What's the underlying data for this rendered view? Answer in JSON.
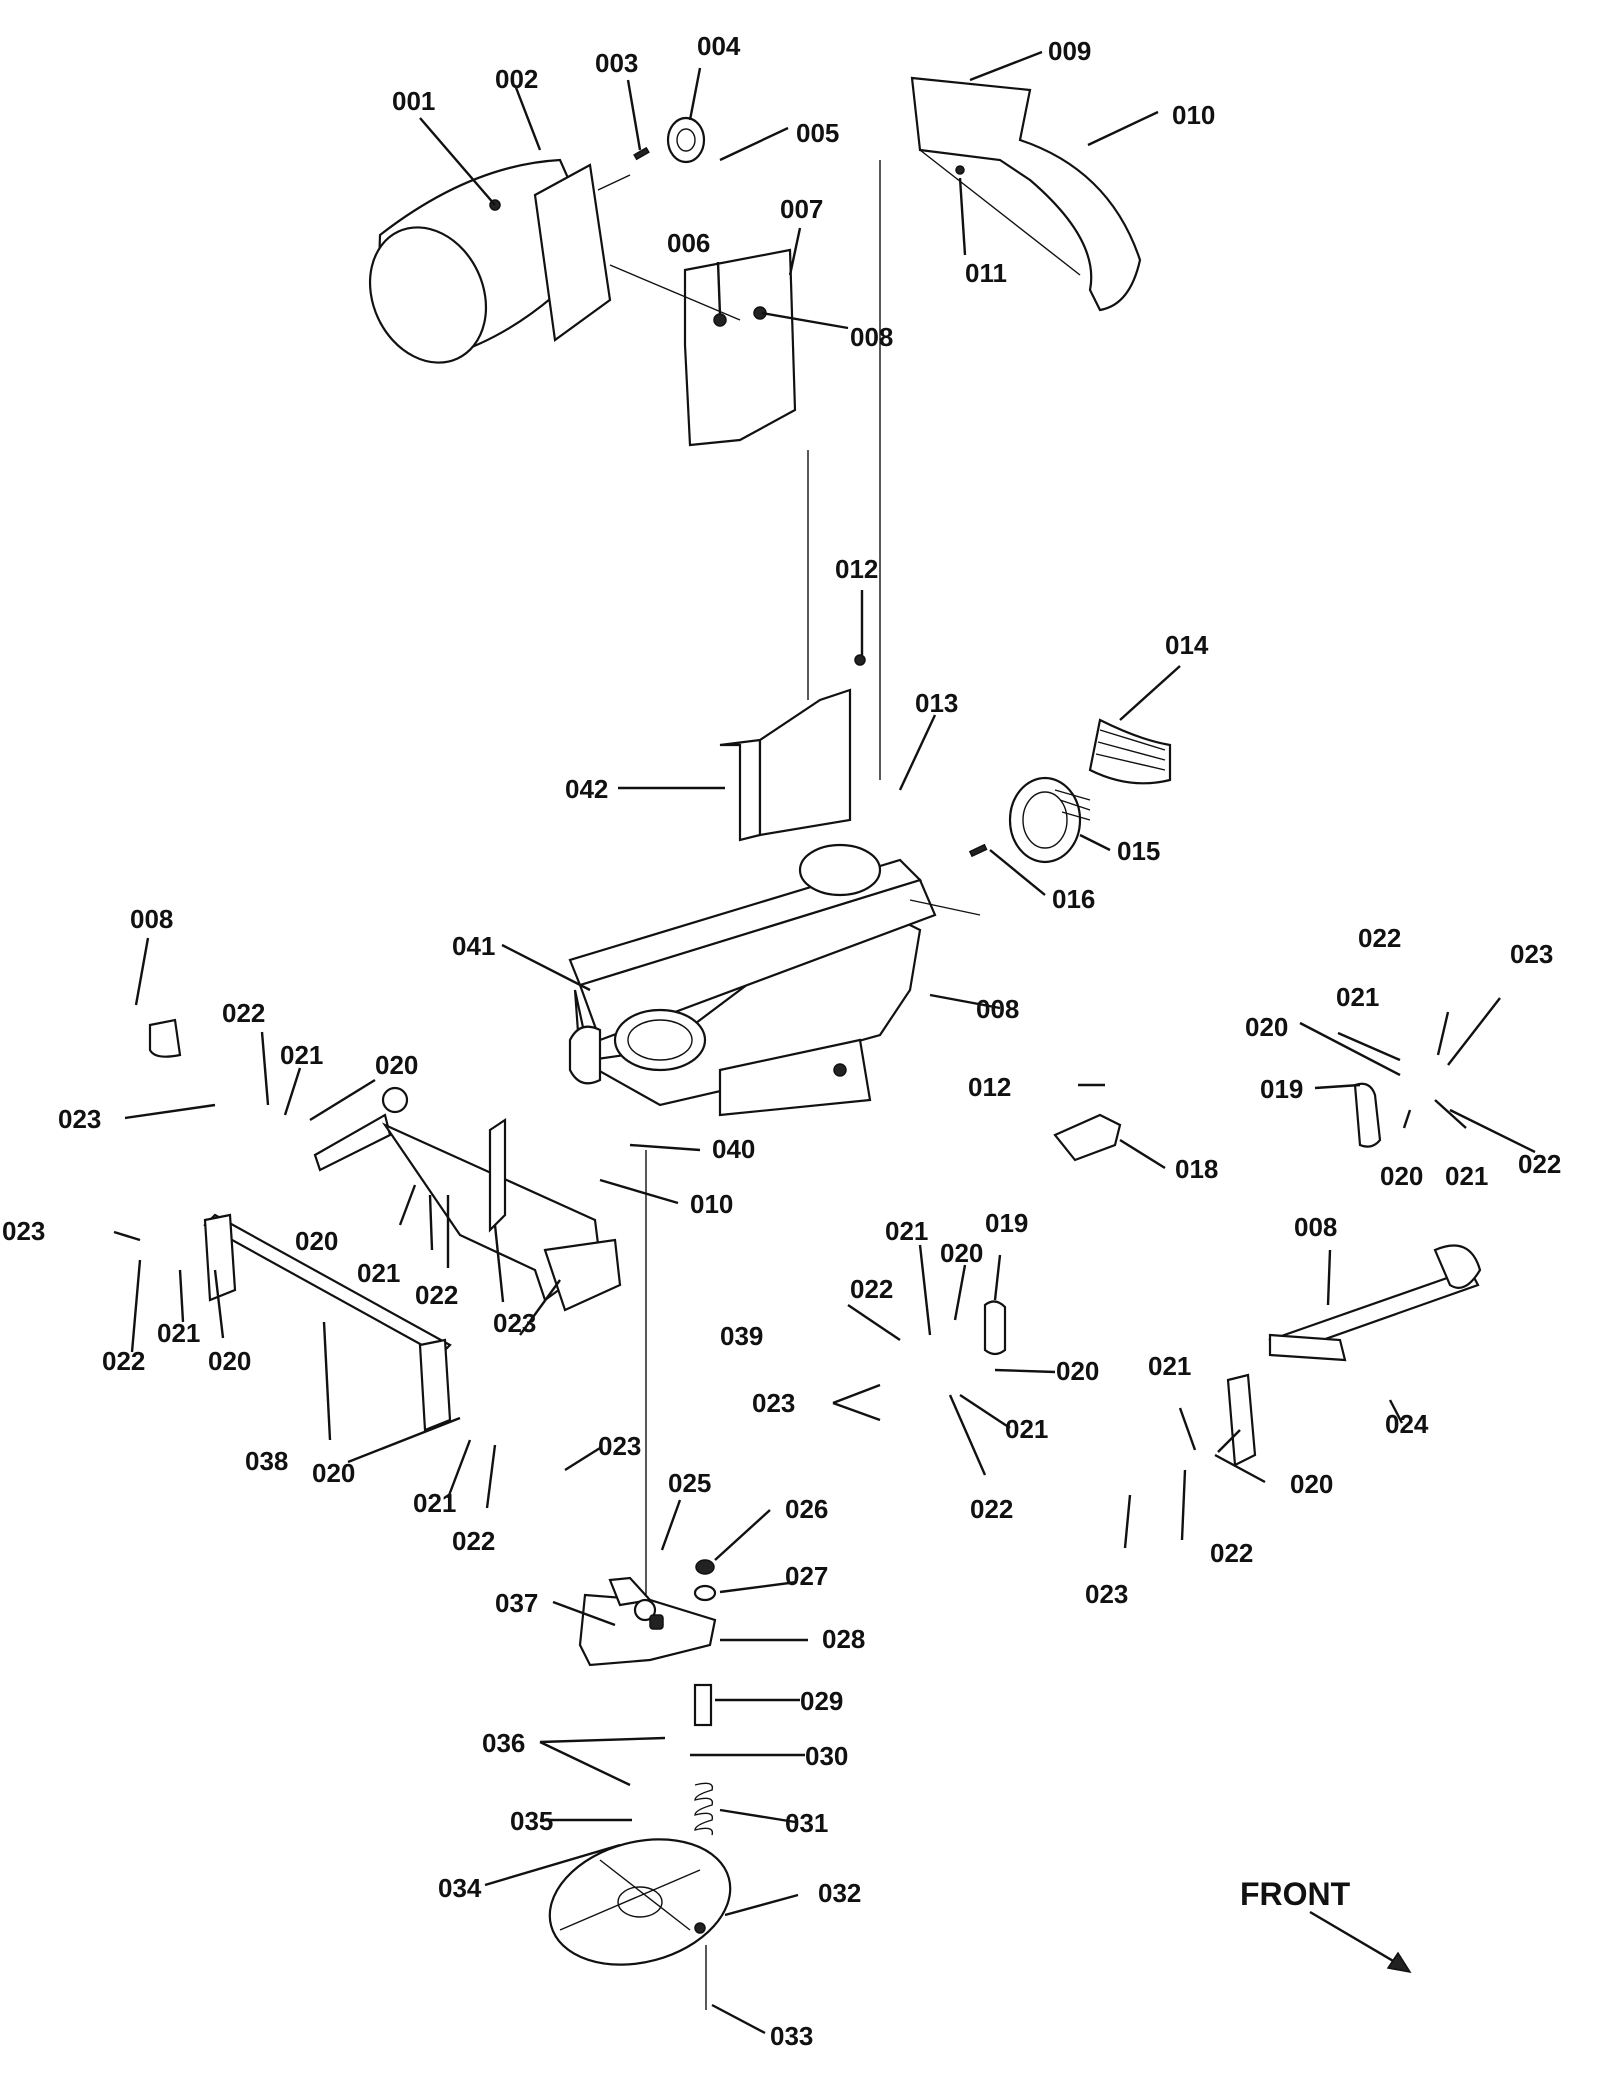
{
  "front_label": "FRONT",
  "callouts": [
    {
      "id": "lbl-001",
      "text": "001"
    },
    {
      "id": "lbl-002",
      "text": "002"
    },
    {
      "id": "lbl-003",
      "text": "003"
    },
    {
      "id": "lbl-004",
      "text": "004"
    },
    {
      "id": "lbl-005",
      "text": "005"
    },
    {
      "id": "lbl-006",
      "text": "006"
    },
    {
      "id": "lbl-007",
      "text": "007"
    },
    {
      "id": "lbl-008a",
      "text": "008"
    },
    {
      "id": "lbl-009",
      "text": "009"
    },
    {
      "id": "lbl-010a",
      "text": "010"
    },
    {
      "id": "lbl-011",
      "text": "011"
    },
    {
      "id": "lbl-012a",
      "text": "012"
    },
    {
      "id": "lbl-013",
      "text": "013"
    },
    {
      "id": "lbl-014",
      "text": "014"
    },
    {
      "id": "lbl-042",
      "text": "042"
    },
    {
      "id": "lbl-015",
      "text": "015"
    },
    {
      "id": "lbl-016",
      "text": "016"
    },
    {
      "id": "lbl-041",
      "text": "041"
    },
    {
      "id": "lbl-008b",
      "text": "008"
    },
    {
      "id": "lbl-008c",
      "text": "008"
    },
    {
      "id": "lbl-022a",
      "text": "022"
    },
    {
      "id": "lbl-021a",
      "text": "021"
    },
    {
      "id": "lbl-020a",
      "text": "020"
    },
    {
      "id": "lbl-023a",
      "text": "023"
    },
    {
      "id": "lbl-022b",
      "text": "022"
    },
    {
      "id": "lbl-023b",
      "text": "023"
    },
    {
      "id": "lbl-021b",
      "text": "021"
    },
    {
      "id": "lbl-020b",
      "text": "020"
    },
    {
      "id": "lbl-019a",
      "text": "019"
    },
    {
      "id": "lbl-012b",
      "text": "012"
    },
    {
      "id": "lbl-040",
      "text": "040"
    },
    {
      "id": "lbl-018",
      "text": "018"
    },
    {
      "id": "lbl-020c",
      "text": "020"
    },
    {
      "id": "lbl-021c",
      "text": "021"
    },
    {
      "id": "lbl-022c",
      "text": "022"
    },
    {
      "id": "lbl-010b",
      "text": "010"
    },
    {
      "id": "lbl-020d",
      "text": "020"
    },
    {
      "id": "lbl-021d",
      "text": "021"
    },
    {
      "id": "lbl-022d",
      "text": "022"
    },
    {
      "id": "lbl-023c",
      "text": "023"
    },
    {
      "id": "lbl-008d",
      "text": "008"
    },
    {
      "id": "lbl-021e",
      "text": "021"
    },
    {
      "id": "lbl-020e",
      "text": "020"
    },
    {
      "id": "lbl-019b",
      "text": "019"
    },
    {
      "id": "lbl-023d",
      "text": "023"
    },
    {
      "id": "lbl-022e",
      "text": "022"
    },
    {
      "id": "lbl-021f",
      "text": "021"
    },
    {
      "id": "lbl-020f",
      "text": "020"
    },
    {
      "id": "lbl-039",
      "text": "039"
    },
    {
      "id": "lbl-022f",
      "text": "022"
    },
    {
      "id": "lbl-020g",
      "text": "020"
    },
    {
      "id": "lbl-023e",
      "text": "023"
    },
    {
      "id": "lbl-021g",
      "text": "021"
    },
    {
      "id": "lbl-022g",
      "text": "022"
    },
    {
      "id": "lbl-024",
      "text": "024"
    },
    {
      "id": "lbl-021h",
      "text": "021"
    },
    {
      "id": "lbl-020h",
      "text": "020"
    },
    {
      "id": "lbl-038",
      "text": "038"
    },
    {
      "id": "lbl-020i",
      "text": "020"
    },
    {
      "id": "lbl-023f",
      "text": "023"
    },
    {
      "id": "lbl-021i",
      "text": "021"
    },
    {
      "id": "lbl-022h",
      "text": "022"
    },
    {
      "id": "lbl-022i",
      "text": "022"
    },
    {
      "id": "lbl-025",
      "text": "025"
    },
    {
      "id": "lbl-026",
      "text": "026"
    },
    {
      "id": "lbl-023g",
      "text": "023"
    },
    {
      "id": "lbl-037",
      "text": "037"
    },
    {
      "id": "lbl-027",
      "text": "027"
    },
    {
      "id": "lbl-028",
      "text": "028"
    },
    {
      "id": "lbl-029",
      "text": "029"
    },
    {
      "id": "lbl-036",
      "text": "036"
    },
    {
      "id": "lbl-030",
      "text": "030"
    },
    {
      "id": "lbl-035",
      "text": "035"
    },
    {
      "id": "lbl-031",
      "text": "031"
    },
    {
      "id": "lbl-034",
      "text": "034"
    },
    {
      "id": "lbl-032",
      "text": "032"
    },
    {
      "id": "lbl-033",
      "text": "033"
    }
  ]
}
